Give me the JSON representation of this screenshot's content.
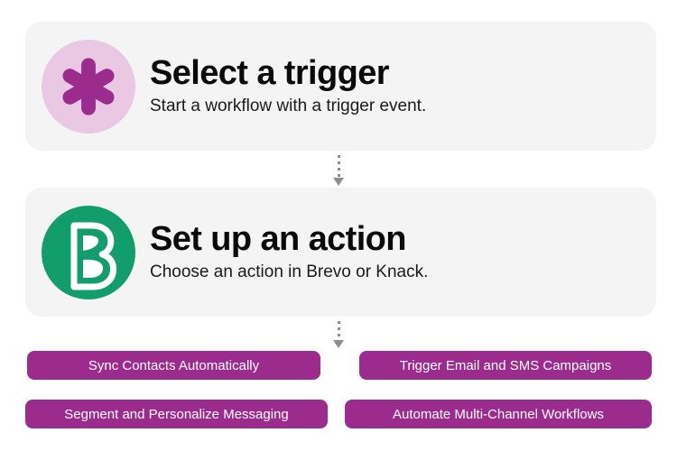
{
  "steps": [
    {
      "icon": "asterisk-icon",
      "title": "Select a trigger",
      "subtitle": "Start a workflow with a trigger event.",
      "icon_bg": "#e9c8e3",
      "icon_fg": "#9c2b8e"
    },
    {
      "icon": "brevo-logo-icon",
      "title": "Set up an action",
      "subtitle": "Choose an action in Brevo or Knack.",
      "icon_bg": "#129e6c",
      "icon_fg": "#ffffff"
    }
  ],
  "connectors": [
    {
      "icon": "dotted-down-arrow-icon"
    },
    {
      "icon": "dotted-down-arrow-icon"
    }
  ],
  "tags": [
    {
      "label": "Sync Contacts Automatically"
    },
    {
      "label": "Trigger Email and SMS Campaigns"
    },
    {
      "label": "Segment and Personalize Messaging"
    },
    {
      "label": "Automate Multi-Channel Workflows"
    }
  ],
  "colors": {
    "card_bg": "#f4f4f4",
    "tag_bg": "#9c2b8e",
    "tag_text": "#ffffff",
    "brevo_green": "#129e6c",
    "trigger_pink": "#e9c8e3",
    "trigger_magenta": "#9c2b8e",
    "connector_gray": "#8e8e8e",
    "title_text": "#0a0a0a",
    "page_bg": "#ffffff"
  }
}
